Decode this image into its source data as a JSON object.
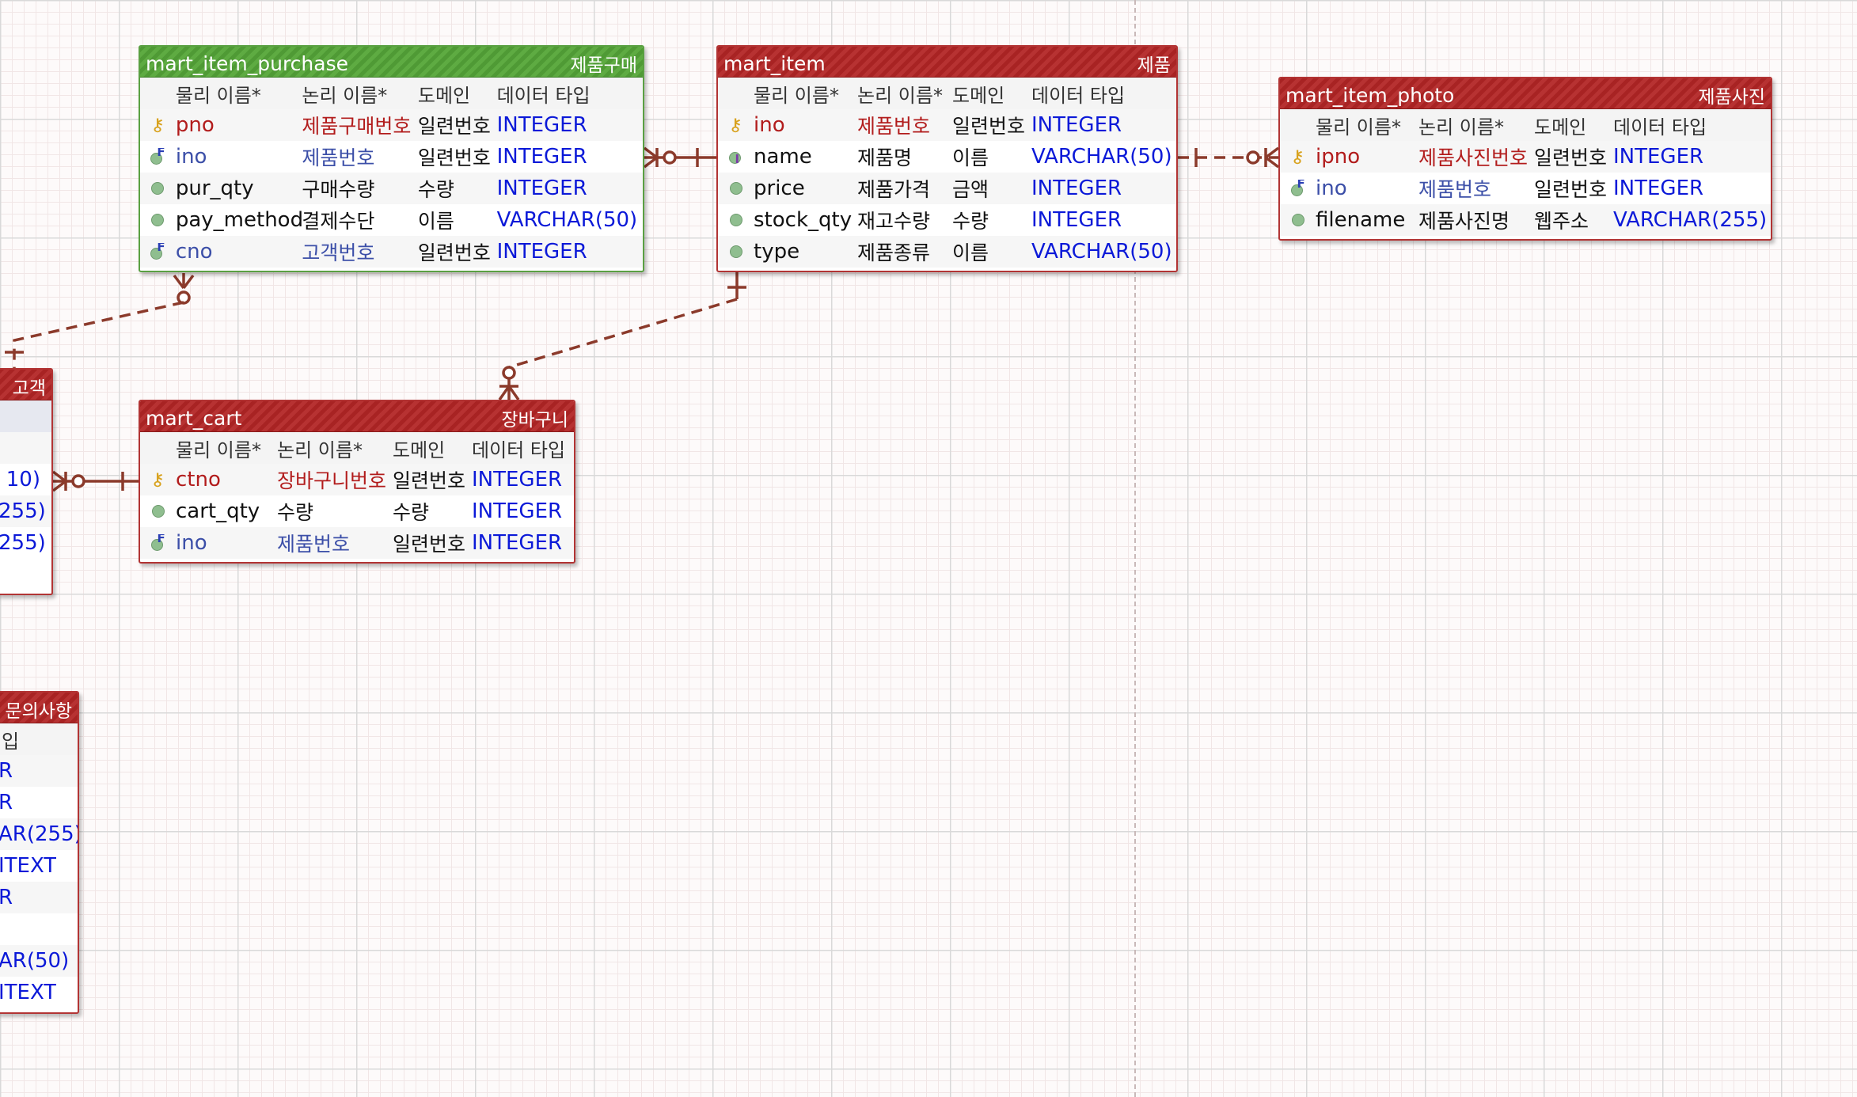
{
  "columns_header": {
    "physical": "물리 이름*",
    "logical": "논리 이름*",
    "domain": "도메인",
    "type": "데이터 타입"
  },
  "colors": {
    "entity_red": "#a82323",
    "entity_green": "#4f9a35",
    "type_blue": "#0b19d8",
    "pk_red": "#b21c1c",
    "fk_blue": "#3c4fa8",
    "relation": "#8b3a2b"
  },
  "entities": {
    "purchase": {
      "name": "mart_item_purchase",
      "logical": "제품구매",
      "rows": [
        {
          "icon": "primary-key-icon",
          "physical": "pno",
          "logical": "제품구매번호",
          "domain": "일련번호",
          "type": "INTEGER"
        },
        {
          "icon": "foreign-key-icon",
          "physical": "ino",
          "logical": "제품번호",
          "domain": "일련번호",
          "type": "INTEGER"
        },
        {
          "icon": "attribute-icon",
          "physical": "pur_qty",
          "logical": "구매수량",
          "domain": "수량",
          "type": "INTEGER"
        },
        {
          "icon": "attribute-icon",
          "physical": "pay_method",
          "logical": "결제수단",
          "domain": "이름",
          "type": "VARCHAR(50)"
        },
        {
          "icon": "foreign-key-icon",
          "physical": "cno",
          "logical": "고객번호",
          "domain": "일련번호",
          "type": "INTEGER"
        }
      ]
    },
    "item": {
      "name": "mart_item",
      "logical": "제품",
      "rows": [
        {
          "icon": "primary-key-icon",
          "physical": "ino",
          "logical": "제품번호",
          "domain": "일련번호",
          "type": "INTEGER"
        },
        {
          "icon": "index-icon",
          "physical": "name",
          "logical": "제품명",
          "domain": "이름",
          "type": "VARCHAR(50)"
        },
        {
          "icon": "attribute-icon",
          "physical": "price",
          "logical": "제품가격",
          "domain": "금액",
          "type": "INTEGER"
        },
        {
          "icon": "attribute-icon",
          "physical": "stock_qty",
          "logical": "재고수량",
          "domain": "수량",
          "type": "INTEGER"
        },
        {
          "icon": "attribute-icon",
          "physical": "type",
          "logical": "제품종류",
          "domain": "이름",
          "type": "VARCHAR(50)"
        }
      ]
    },
    "photo": {
      "name": "mart_item_photo",
      "logical": "제품사진",
      "rows": [
        {
          "icon": "primary-key-icon",
          "physical": "ipno",
          "logical": "제품사진번호",
          "domain": "일련번호",
          "type": "INTEGER"
        },
        {
          "icon": "foreign-key-icon",
          "physical": "ino",
          "logical": "제품번호",
          "domain": "일련번호",
          "type": "INTEGER"
        },
        {
          "icon": "attribute-icon",
          "physical": "filename",
          "logical": "제품사진명",
          "domain": "웹주소",
          "type": "VARCHAR(255)"
        }
      ]
    },
    "cart": {
      "name": "mart_cart",
      "logical": "장바구니",
      "rows": [
        {
          "icon": "primary-key-icon",
          "physical": "ctno",
          "logical": "장바구니번호",
          "domain": "일련번호",
          "type": "INTEGER"
        },
        {
          "icon": "attribute-icon",
          "physical": "cart_qty",
          "logical": "수량",
          "domain": "수량",
          "type": "INTEGER"
        },
        {
          "icon": "foreign-key-icon",
          "physical": "ino",
          "logical": "제품번호",
          "domain": "일련번호",
          "type": "INTEGER"
        }
      ]
    },
    "customer": {
      "logical": "고객",
      "rows": [
        {
          "type": "10)"
        },
        {
          "type": "255)"
        },
        {
          "type": "255)"
        }
      ]
    },
    "inquiry": {
      "logical": "문의사항",
      "header_fragment": "입",
      "rows": [
        {
          "type": "R"
        },
        {
          "type": "R"
        },
        {
          "type": "AR(255)"
        },
        {
          "type": "ITEXT"
        },
        {
          "type": "R"
        },
        {
          "type": ""
        },
        {
          "type": "AR(50)"
        },
        {
          "type": "ITEXT"
        }
      ]
    }
  }
}
